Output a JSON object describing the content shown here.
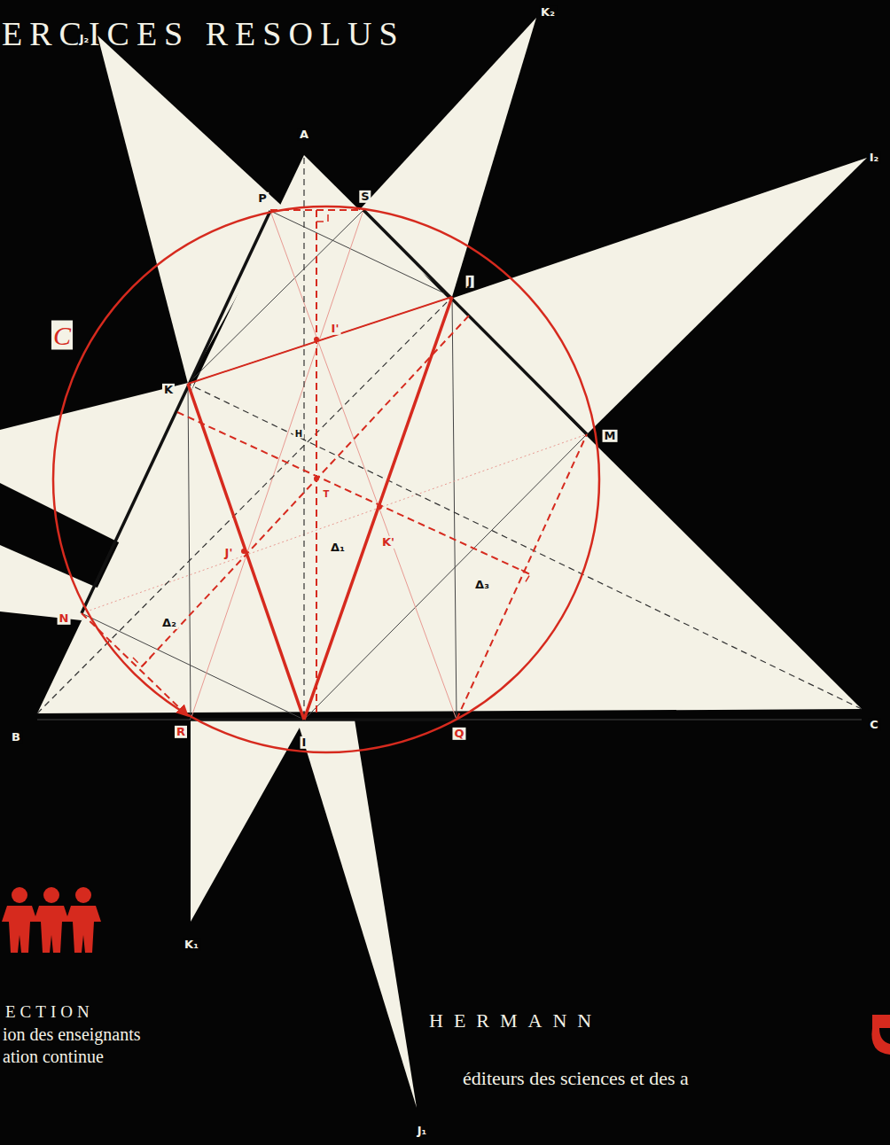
{
  "diagram": {
    "title": "ERCICES RESOLUS",
    "labels": [
      "K₂",
      "J₂",
      "A",
      "I₂",
      "P",
      "S",
      "C",
      "J",
      "I'",
      "K",
      "H",
      "M",
      "T",
      "J'",
      "Δ₁",
      "K'",
      "Δ₃",
      "N",
      "Δ₂",
      "B",
      "R",
      "I",
      "Q",
      "C",
      "K₁",
      "ECTION",
      "ion des enseignants",
      "ation continue",
      "HERMANN",
      "éditeurs des sciences et des a",
      "J₁"
    ]
  }
}
